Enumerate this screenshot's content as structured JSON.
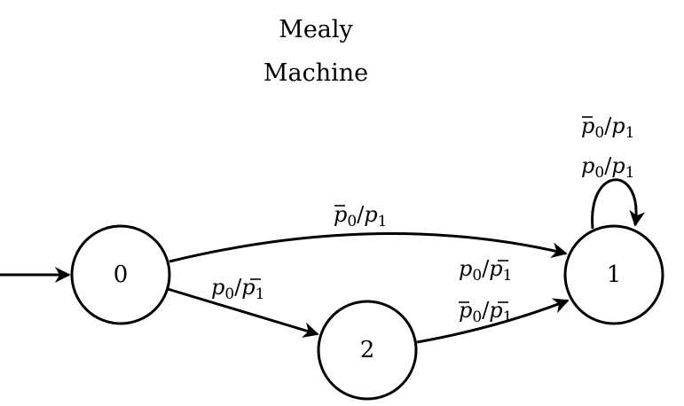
{
  "title_lines": [
    "Mealy",
    "Machine"
  ],
  "states": [
    {
      "id": "s0",
      "label": "0",
      "initial": true
    },
    {
      "id": "s1",
      "label": "1",
      "initial": false
    },
    {
      "id": "s2",
      "label": "2",
      "initial": false
    }
  ],
  "transitions": [
    {
      "from": "0",
      "to": "1",
      "labels": [
        {
          "input": "p0",
          "input_negated": true,
          "output": "p1",
          "output_negated": false
        }
      ]
    },
    {
      "from": "0",
      "to": "2",
      "labels": [
        {
          "input": "p0",
          "input_negated": false,
          "output": "p1",
          "output_negated": true
        }
      ]
    },
    {
      "from": "2",
      "to": "1",
      "labels": [
        {
          "input": "p0",
          "input_negated": false,
          "output": "p1",
          "output_negated": true
        },
        {
          "input": "p0",
          "input_negated": true,
          "output": "p1",
          "output_negated": true
        }
      ]
    },
    {
      "from": "1",
      "to": "1",
      "labels": [
        {
          "input": "p0",
          "input_negated": true,
          "output": "p1",
          "output_negated": false
        },
        {
          "input": "p0",
          "input_negated": false,
          "output": "p1",
          "output_negated": false
        }
      ]
    }
  ],
  "symbols": {
    "p": "p",
    "zero": "0",
    "one": "1",
    "slash": "/"
  },
  "colors": {
    "stroke": "#000000",
    "background": "#ffffff"
  }
}
